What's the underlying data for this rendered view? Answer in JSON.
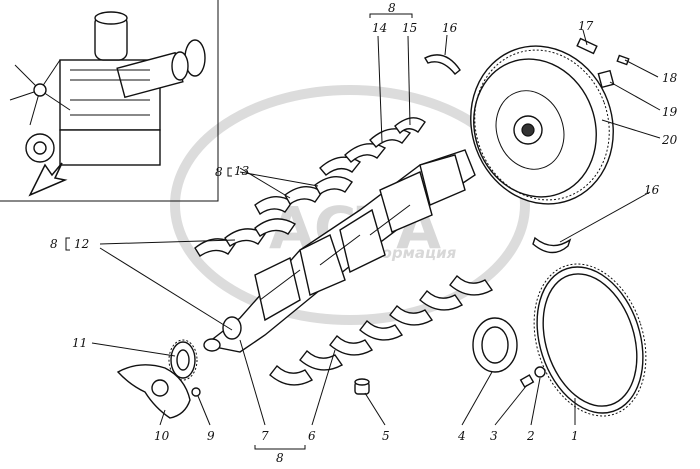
{
  "watermark": {
    "brand": "АСТА",
    "subtitle": "Информация"
  },
  "labels": {
    "l1": "1",
    "l2": "2",
    "l3": "3",
    "l4": "4",
    "l5": "5",
    "l6": "6",
    "l7": "7",
    "l8_bottom": "8",
    "l9": "9",
    "l10": "10",
    "l11": "11",
    "l8_12": "8",
    "l12": "12",
    "l8_13": "8",
    "l13": "13",
    "l8_top": "8",
    "l14": "14",
    "l15": "15",
    "l16_top": "16",
    "l16_right": "16",
    "l17": "17",
    "l18": "18",
    "l19": "19",
    "l20": "20"
  },
  "colors": {
    "ink": "#111111",
    "watermark": "#d8d8d8"
  }
}
